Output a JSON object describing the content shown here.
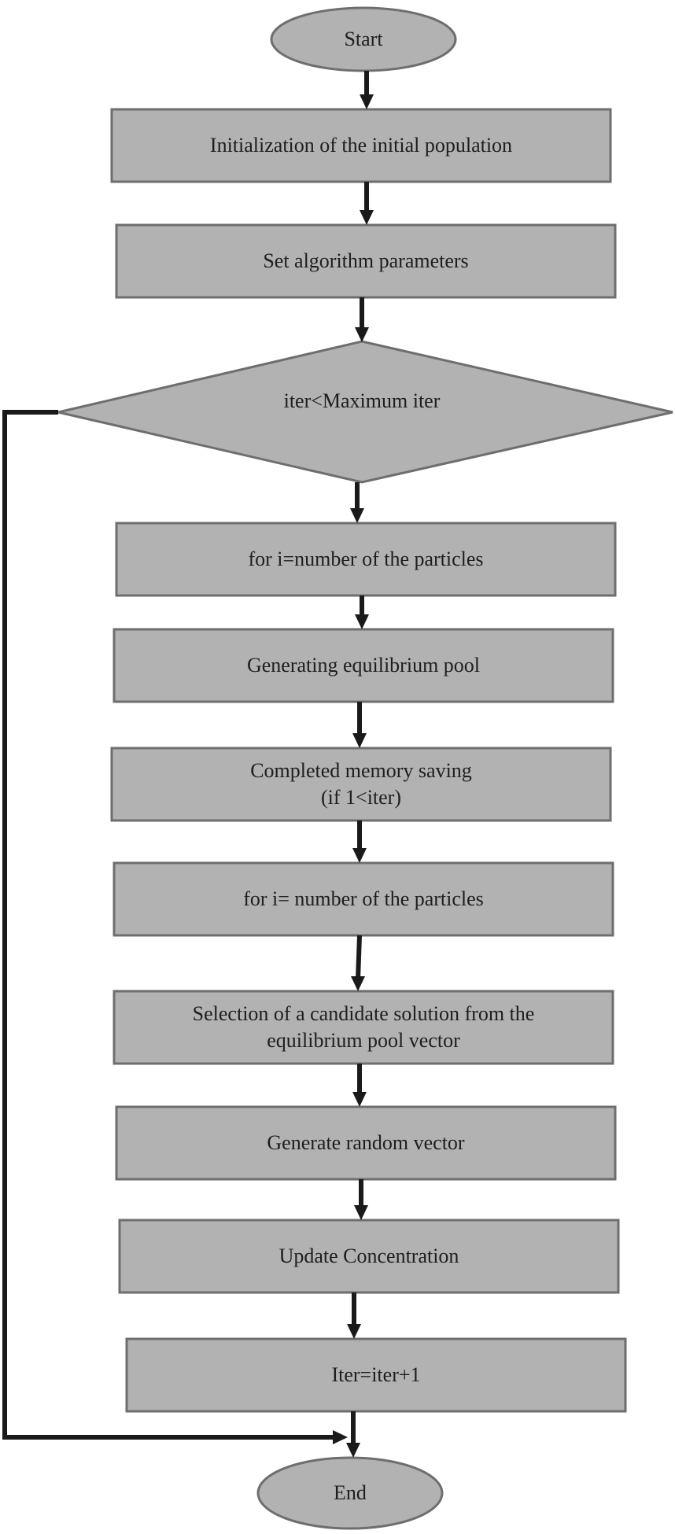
{
  "nodes": {
    "start": "Start",
    "init_population": "Initialization of the initial population",
    "set_params": "Set algorithm parameters",
    "loop_condition": "iter<Maximum iter",
    "for_particles_1": "for i=number of the particles",
    "gen_pool": "Generating equilibrium pool",
    "memory_saving": [
      "Completed memory saving",
      "(if 1<iter)"
    ],
    "for_particles_2": "for i= number of the particles",
    "select_candidate": [
      "Selection of a candidate solution from the",
      "equilibrium pool vector"
    ],
    "gen_random": "Generate random vector",
    "update_conc": "Update Concentration",
    "iter_increment": "Iter=iter+1",
    "end": "End"
  },
  "colors": {
    "node_fill": "#b2b2b2",
    "node_border": "#6e6e6e",
    "arrow": "#1a1a1a",
    "text": "#1e1e1e"
  }
}
